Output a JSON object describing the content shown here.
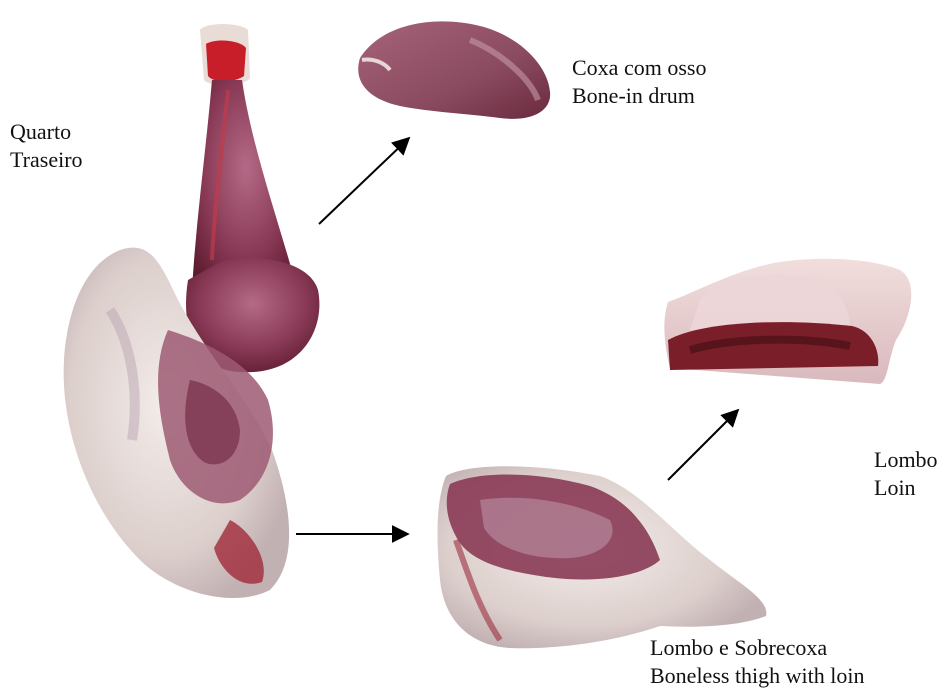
{
  "labels": {
    "quarter": {
      "line1": "Quarto",
      "line2": "Traseiro"
    },
    "drum": {
      "line1": "Coxa com osso",
      "line2": "Bone-in drum"
    },
    "loin": {
      "line1": "Lombo",
      "line2": "Loin"
    },
    "thigh": {
      "line1": "Lombo e Sobrecoxa",
      "line2": "Boneless thigh with loin"
    }
  },
  "colors": {
    "meat_dark": "#6e2238",
    "meat_mid": "#9b4a66",
    "fat_light": "#e7dcd8",
    "membrane": "#c9b2bd",
    "arrow": "#000000"
  }
}
